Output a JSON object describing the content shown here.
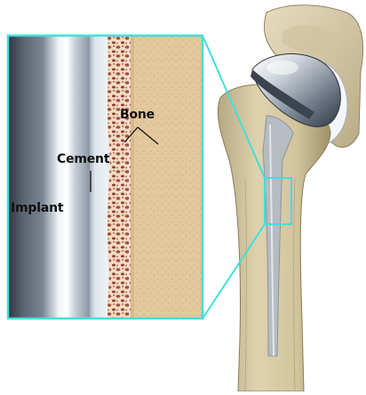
{
  "labels": {
    "bone": "Bone",
    "cement": "Cement",
    "implant": "Implant"
  },
  "colors": {
    "callout_border": "#3fe0dc",
    "bone_shaft": "#d8cca4",
    "cancellous_bone": "#d9b99a",
    "bone_texture": "#e3c79d",
    "cement": "#cfd8df",
    "implant_metal": "#7c8794"
  }
}
